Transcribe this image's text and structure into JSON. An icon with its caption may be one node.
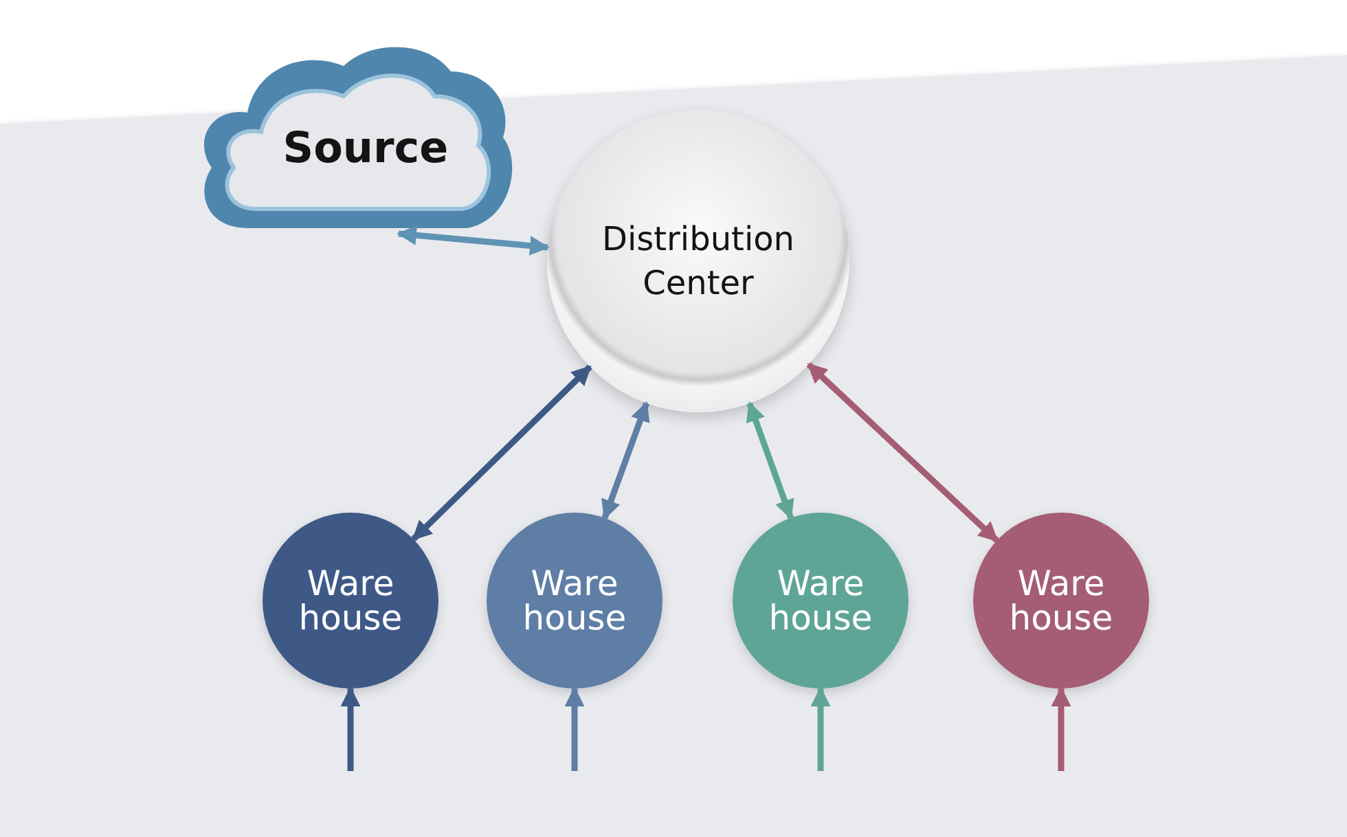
{
  "diagram": {
    "nodes": [
      {
        "text": [
          "Source"
        ]
      },
      {
        "text": [
          "Distribution Center"
        ]
      },
      {
        "text": [
          "Ware house"
        ]
      },
      {
        "text": [
          "Ware house"
        ]
      },
      {
        "text": [
          "Ware house"
        ]
      },
      {
        "text": [
          "Ware house"
        ]
      }
    ],
    "edges": [
      {
        "from": 0,
        "to": 1,
        "arrow": "both",
        "color": "#5f93b4"
      },
      {
        "from": 1,
        "to": 2,
        "arrow": "both",
        "color": "#3f5987"
      },
      {
        "from": 1,
        "to": 3,
        "arrow": "both",
        "color": "#5e7ea6"
      },
      {
        "from": 1,
        "to": 4,
        "arrow": "both",
        "color": "#5ea597"
      },
      {
        "from": 1,
        "to": 5,
        "arrow": "both",
        "color": "#a45d72"
      },
      {
        "from": null,
        "to": 2,
        "arrow": "to",
        "color": "#3f5987"
      },
      {
        "from": null,
        "to": 3,
        "arrow": "to",
        "color": "#5e7ea6"
      },
      {
        "from": null,
        "to": 4,
        "arrow": "to",
        "color": "#5ea597"
      },
      {
        "from": null,
        "to": 5,
        "arrow": "to",
        "color": "#a45d72"
      }
    ]
  }
}
